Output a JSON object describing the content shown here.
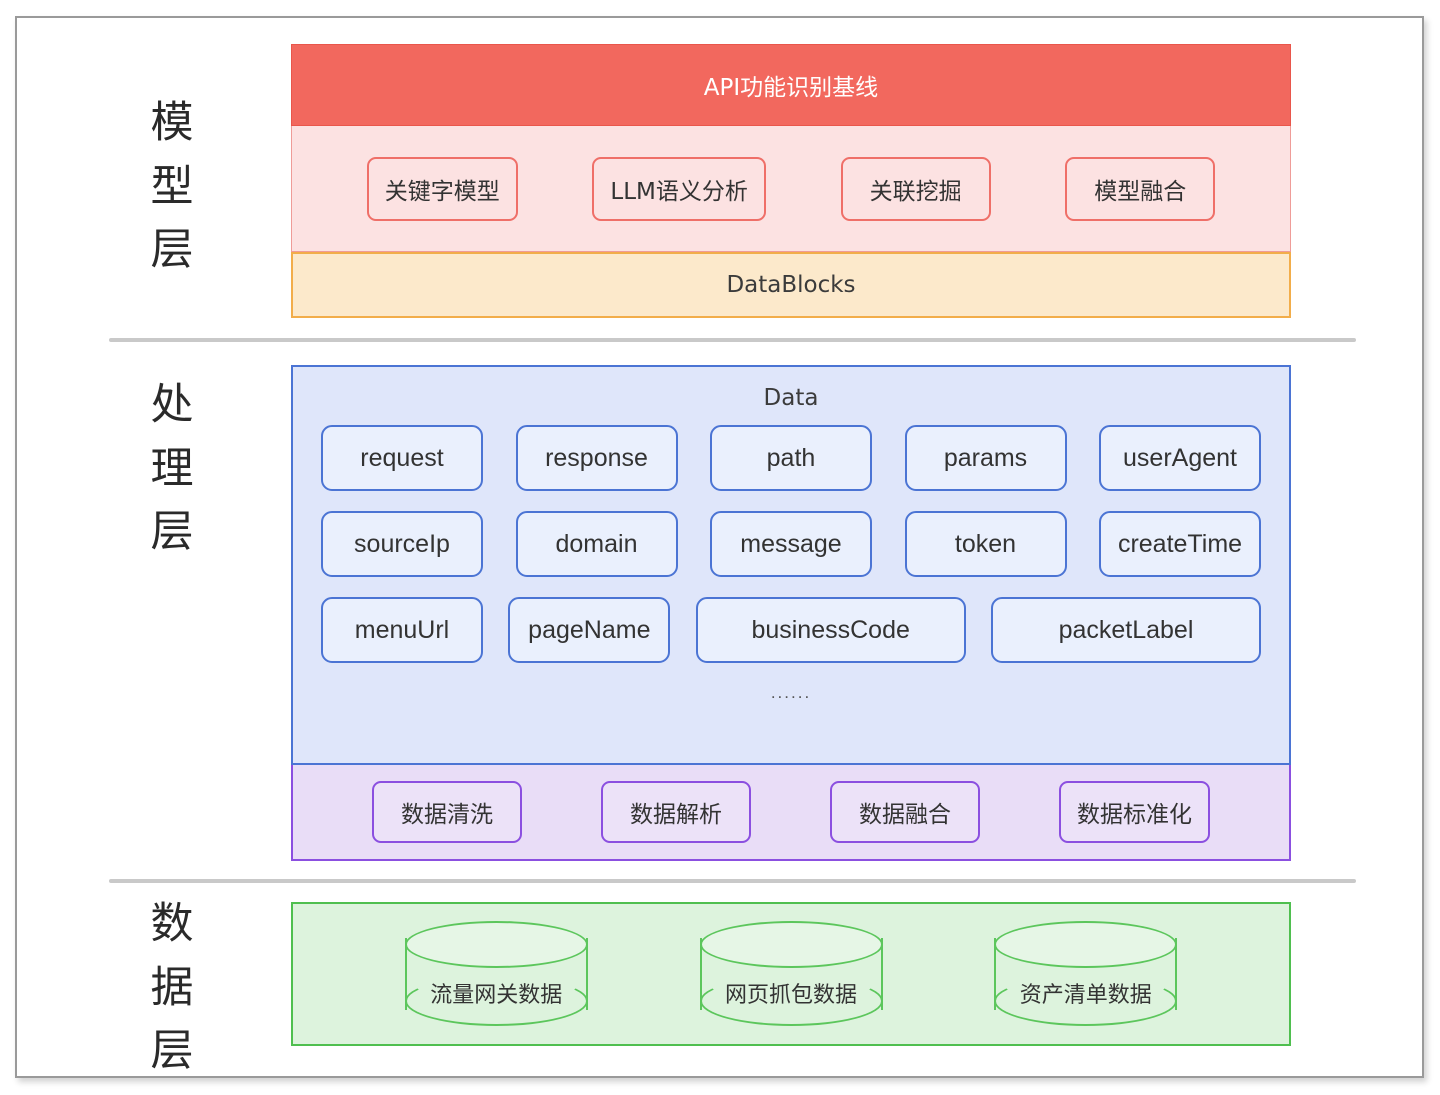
{
  "diagram": {
    "layers": [
      {
        "key": "model",
        "label_chars": [
          "模",
          "型",
          "层"
        ]
      },
      {
        "key": "process",
        "label_chars": [
          "处",
          "理",
          "层"
        ]
      },
      {
        "key": "data",
        "label_chars": [
          "数",
          "据",
          "层"
        ]
      }
    ]
  },
  "model_layer": {
    "baseline_title": "API功能识别基线",
    "model_chips": [
      "关键字模型",
      "LLM语义分析",
      "关联挖掘",
      "模型融合"
    ],
    "datablocks_label": "DataBlocks",
    "colors": {
      "baseline_bg": "#f2685e",
      "models_bg": "#fce2e2",
      "models_border": "#ef6f68",
      "datablocks_bg": "#fce9cb",
      "datablocks_border": "#f2ad4a"
    }
  },
  "process_layer": {
    "data_title": "Data",
    "field_rows": [
      [
        "request",
        "response",
        "path",
        "params",
        "userAgent"
      ],
      [
        "sourceIp",
        "domain",
        "message",
        "token",
        "createTime"
      ],
      [
        "menuUrl",
        "pageName",
        "businessCode",
        "packetLabel"
      ]
    ],
    "ellipsis": "......",
    "process_chips": [
      "数据清洗",
      "数据解析",
      "数据融合",
      "数据标准化"
    ],
    "colors": {
      "data_bg": "#dfe6fa",
      "data_border": "#4b74d4",
      "process_bg": "#e9ddf7",
      "process_border": "#8b4fe0"
    }
  },
  "data_layer": {
    "stores": [
      "流量网关数据",
      "网页抓包数据",
      "资产清单数据"
    ],
    "colors": {
      "bg": "#ddf3dd",
      "border": "#4fbf4f",
      "cylinder_stroke": "#5cc65c"
    }
  }
}
